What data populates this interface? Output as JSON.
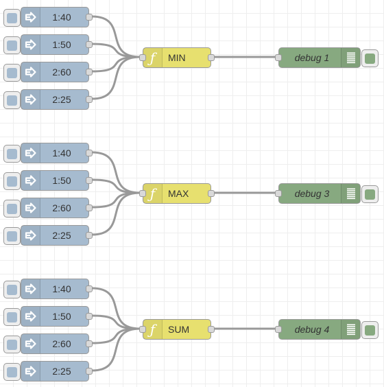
{
  "flows": [
    {
      "injects": [
        {
          "label": "1:40"
        },
        {
          "label": "1:50"
        },
        {
          "label": "2:60"
        },
        {
          "label": "2:25"
        }
      ],
      "function": {
        "label": "MIN",
        "icon": "function-icon"
      },
      "debug": {
        "label": "debug 1",
        "icon": "list-icon"
      }
    },
    {
      "injects": [
        {
          "label": "1:40"
        },
        {
          "label": "1:50"
        },
        {
          "label": "2:60"
        },
        {
          "label": "2:25"
        }
      ],
      "function": {
        "label": "MAX",
        "icon": "function-icon"
      },
      "debug": {
        "label": "debug 3",
        "icon": "list-icon"
      }
    },
    {
      "injects": [
        {
          "label": "1:40"
        },
        {
          "label": "1:50"
        },
        {
          "label": "2:60"
        },
        {
          "label": "2:25"
        }
      ],
      "function": {
        "label": "SUM",
        "icon": "function-icon"
      },
      "debug": {
        "label": "debug 4",
        "icon": "list-icon"
      }
    }
  ],
  "colors": {
    "inject": "#a6bbcf",
    "function": "#e7e06f",
    "debug": "#87a980",
    "wire": "#999999",
    "grid": "#eeeeee"
  }
}
